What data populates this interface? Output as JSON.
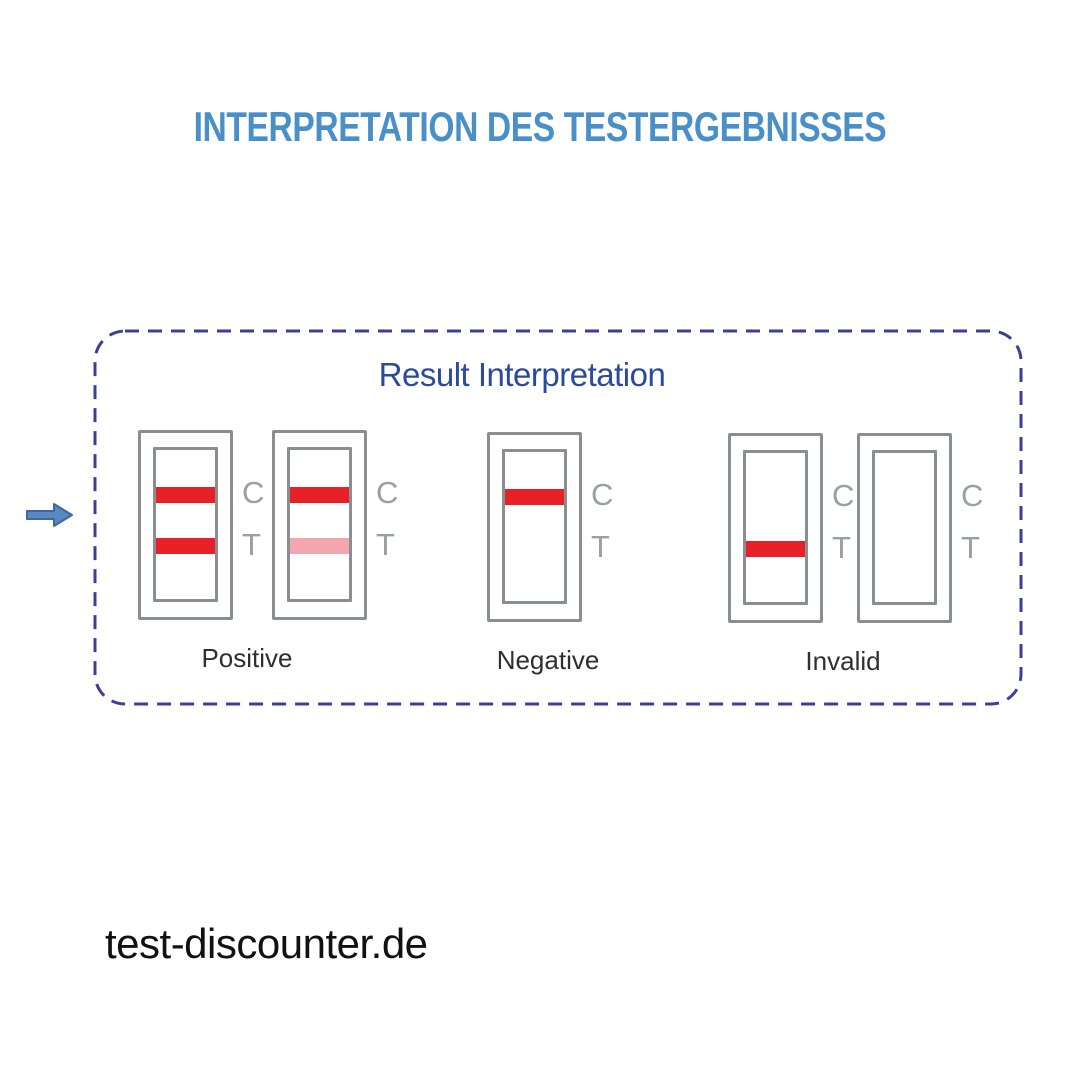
{
  "header": {
    "title": "INTERPRETATION DES TESTERGEBNISSES"
  },
  "panel": {
    "title": "Result Interpretation",
    "line_labels": {
      "c": "C",
      "t": "T"
    },
    "groups": [
      {
        "label": "Positive",
        "cassettes": [
          {
            "c_line": "strong",
            "t_line": "strong"
          },
          {
            "c_line": "strong",
            "t_line": "faint"
          }
        ]
      },
      {
        "label": "Negative",
        "cassettes": [
          {
            "c_line": "strong",
            "t_line": "none"
          }
        ]
      },
      {
        "label": "Invalid",
        "cassettes": [
          {
            "c_line": "none",
            "t_line": "strong"
          },
          {
            "c_line": "none",
            "t_line": "none"
          }
        ]
      }
    ]
  },
  "icons": {
    "pointer": "right-arrow"
  },
  "footer": {
    "brand": "test-discounter.de"
  },
  "colors": {
    "title_blue": "#4a90c8",
    "heading_blue": "#2b4a9c",
    "dash_border": "#3b3f98",
    "line_strong": "#e82129",
    "line_faint": "#f4a6ae",
    "cassette_border": "#8b8e91",
    "ct_label": "#9b9ea2",
    "group_label": "#2f2f2f",
    "arrow_fill": "#5b87c2",
    "arrow_stroke": "#3f66a3",
    "brand_black": "#111111"
  }
}
